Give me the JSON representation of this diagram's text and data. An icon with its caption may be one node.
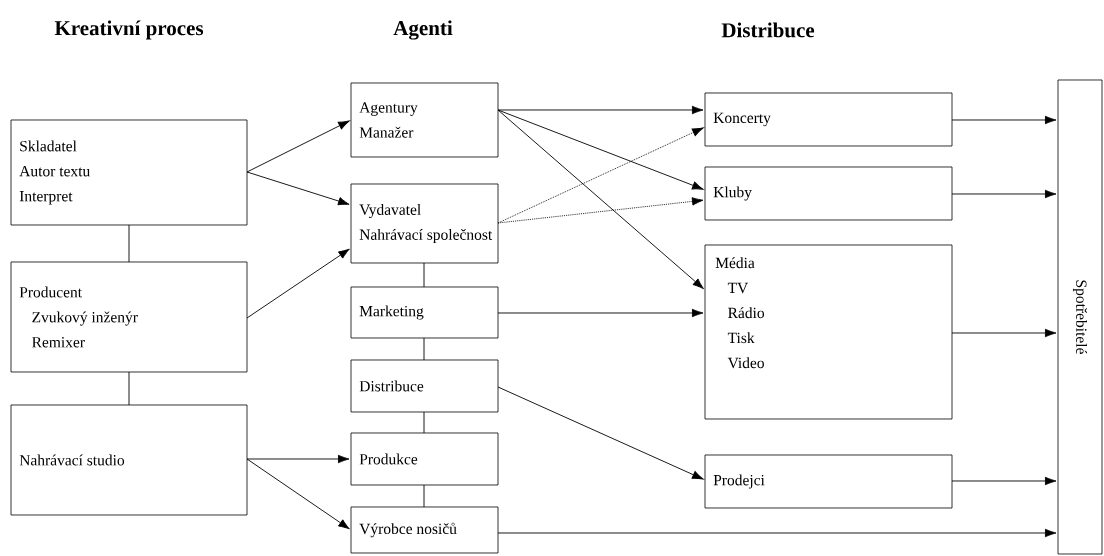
{
  "diagram": {
    "nodes": [
      {
        "text": [
          "Skladatel",
          "Autor textu",
          "Interpret"
        ]
      },
      {
        "text": [
          "Producent",
          "Zvukový inženýr",
          "Remixer"
        ]
      },
      {
        "text": [
          "Nahrávací studio"
        ]
      },
      {
        "text": [
          "Agentury",
          "Manažer"
        ]
      },
      {
        "text": [
          "Vydavatel",
          "Nahrávací společnost"
        ]
      },
      {
        "text": [
          "Marketing"
        ]
      },
      {
        "text": [
          "Distribuce"
        ]
      },
      {
        "text": [
          "Produkce"
        ]
      },
      {
        "text": [
          "Výrobce nosičů"
        ]
      },
      {
        "text": [
          "Koncerty"
        ]
      },
      {
        "text": [
          "Kluby"
        ]
      },
      {
        "text": [
          "Média",
          "TV",
          "Rádio",
          "Tisk",
          "Video"
        ]
      },
      {
        "text": [
          "Prodejci"
        ]
      },
      {
        "text": [
          "Spotřebitelé"
        ]
      }
    ],
    "edges": [
      {
        "from": 0,
        "to": 3,
        "arrow": "to"
      },
      {
        "from": 0,
        "to": 4,
        "arrow": "to"
      },
      {
        "from": 1,
        "to": 4,
        "arrow": "to"
      },
      {
        "from": 0,
        "to": 1,
        "arrow": "none"
      },
      {
        "from": 1,
        "to": 2,
        "arrow": "none"
      },
      {
        "from": 2,
        "to": 7,
        "arrow": "to"
      },
      {
        "from": 2,
        "to": 8,
        "arrow": "to"
      },
      {
        "from": 3,
        "to": 9,
        "arrow": "to"
      },
      {
        "from": 3,
        "to": 10,
        "arrow": "to"
      },
      {
        "from": 3,
        "to": 11,
        "arrow": "to"
      },
      {
        "from": 4,
        "to": 9,
        "arrow": "to",
        "style": "dashed"
      },
      {
        "from": 4,
        "to": 10,
        "arrow": "to",
        "style": "dashed"
      },
      {
        "from": 4,
        "to": 5,
        "arrow": "none"
      },
      {
        "from": 5,
        "to": 6,
        "arrow": "none"
      },
      {
        "from": 6,
        "to": 7,
        "arrow": "none"
      },
      {
        "from": 7,
        "to": 8,
        "arrow": "none"
      },
      {
        "from": 5,
        "to": 11,
        "arrow": "to"
      },
      {
        "from": 6,
        "to": 12,
        "arrow": "to"
      },
      {
        "from": 9,
        "to": 13,
        "arrow": "to"
      },
      {
        "from": 10,
        "to": 13,
        "arrow": "to"
      },
      {
        "from": 11,
        "to": 13,
        "arrow": "to"
      },
      {
        "from": 12,
        "to": 13,
        "arrow": "to"
      },
      {
        "from": 8,
        "to": 13,
        "arrow": "to"
      }
    ],
    "labels": [
      "Kreativní proces",
      "Agenti",
      "Distribuce"
    ]
  }
}
